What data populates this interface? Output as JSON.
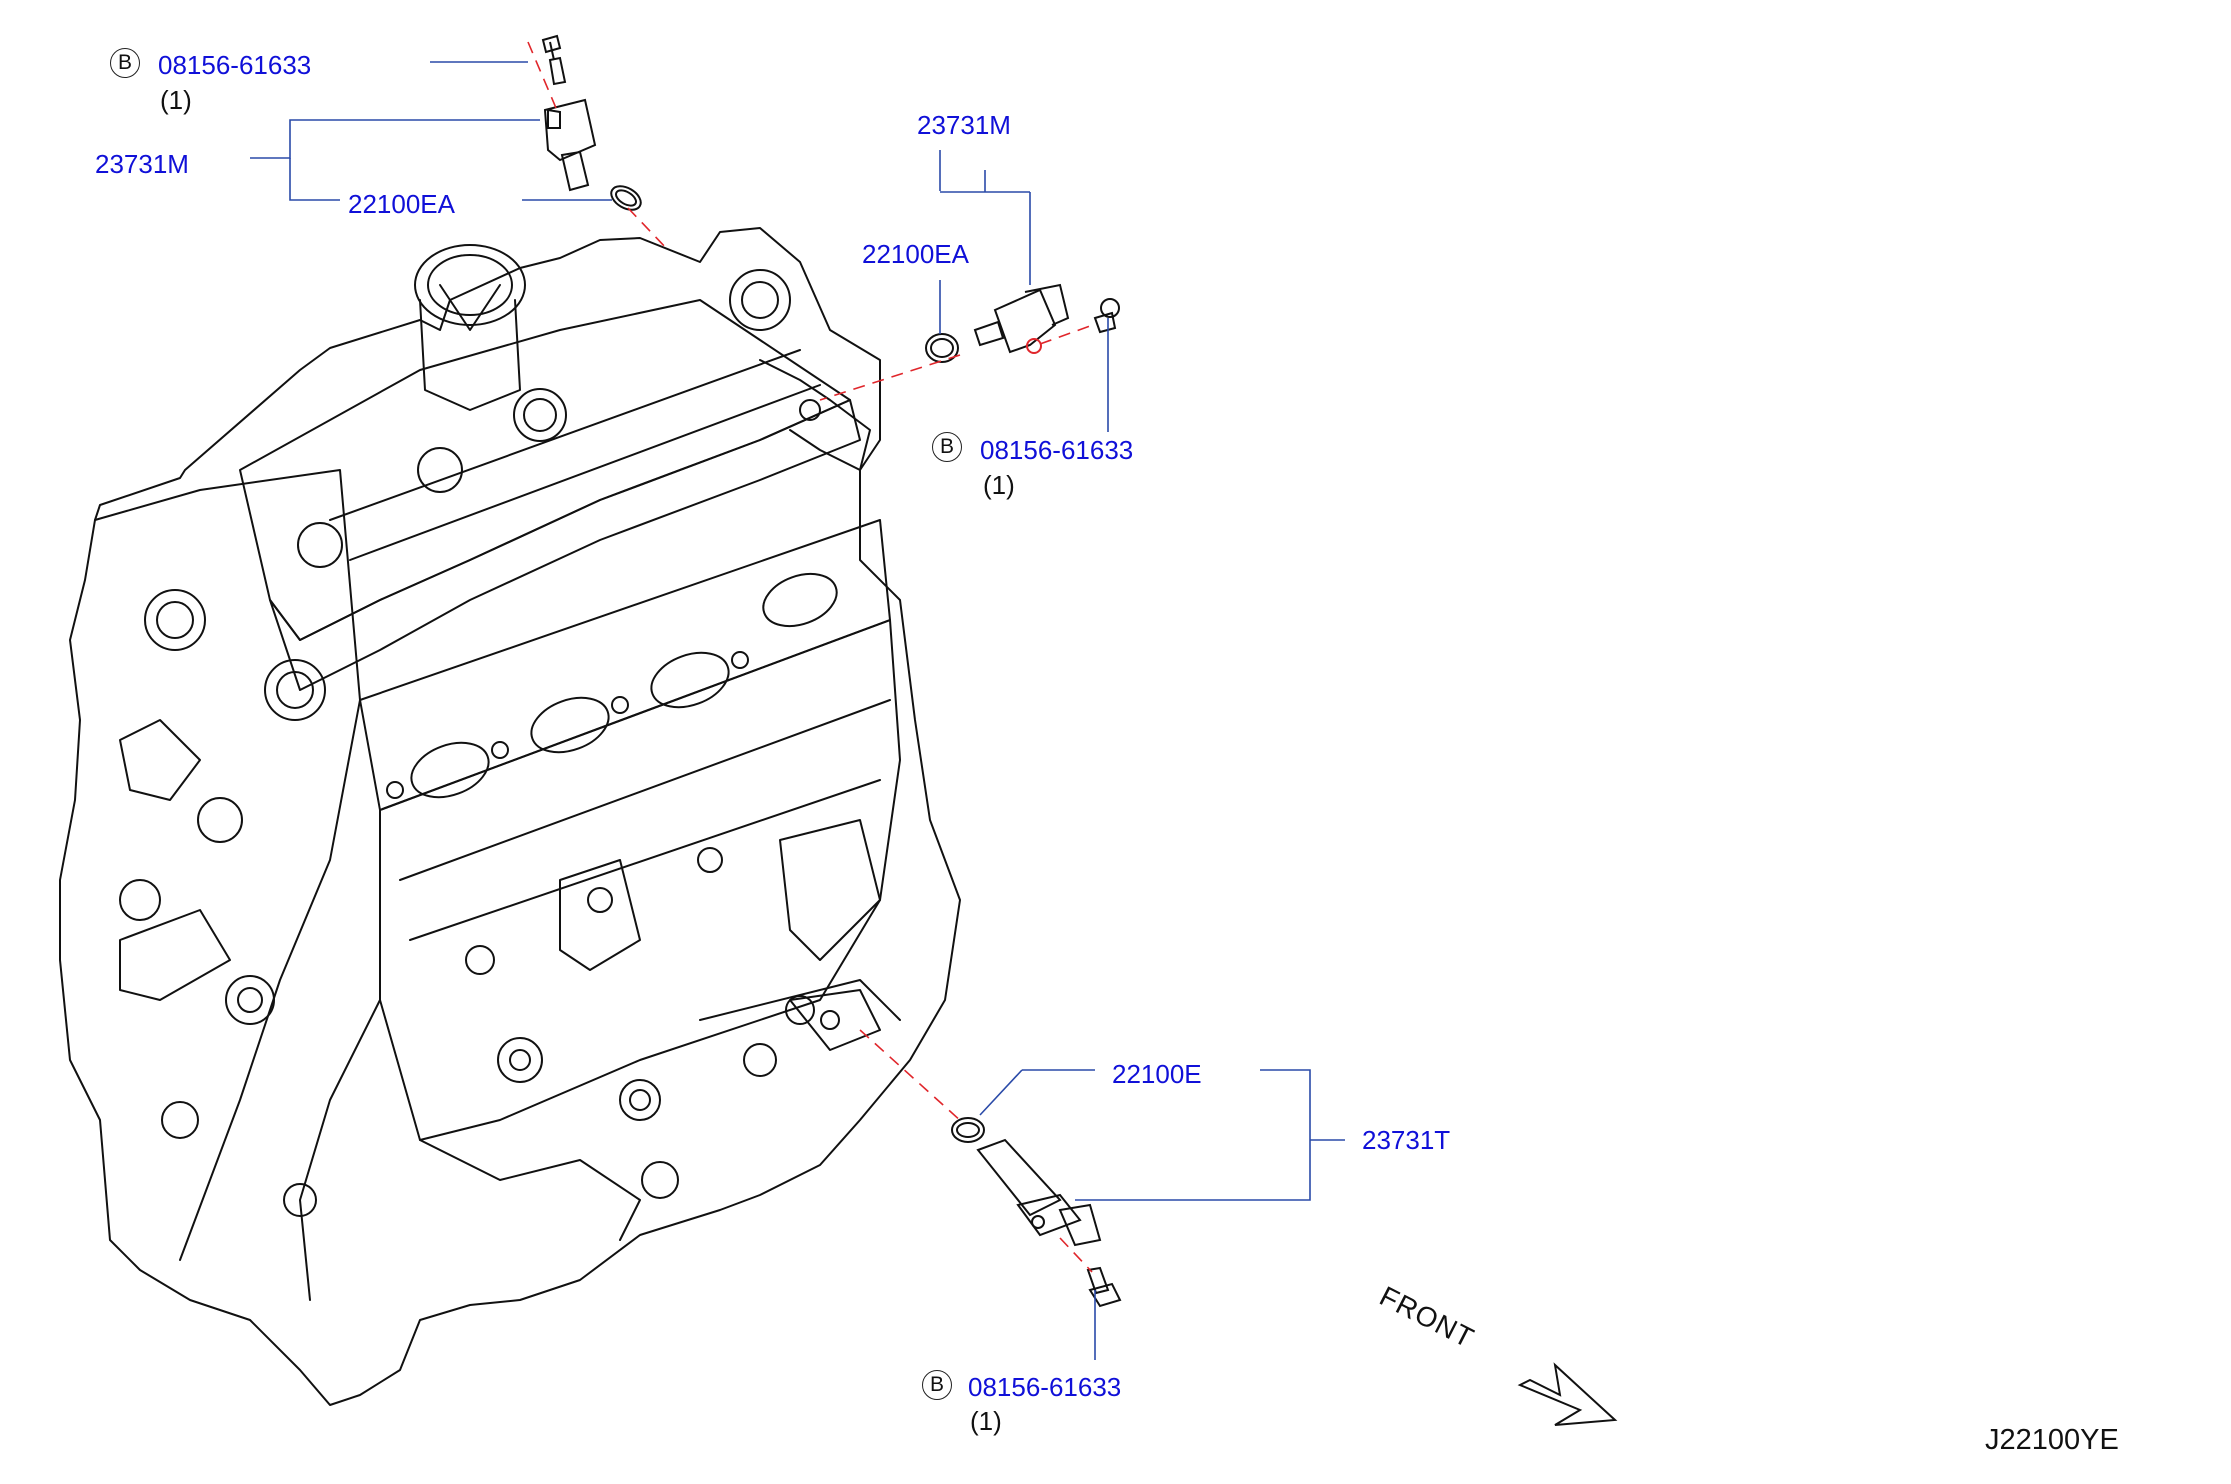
{
  "colors": {
    "part_number": "#1010d8",
    "line": "#111111",
    "leader": "#2a4aa8",
    "dash": "#e0262b"
  },
  "callouts": {
    "bolt_top": {
      "badge": "B",
      "part": "08156-61633",
      "qty": "(1)"
    },
    "cam_sensor_top": {
      "part": "23731M"
    },
    "oring_top": {
      "part": "22100EA"
    },
    "cam_sensor_right": {
      "part": "23731M"
    },
    "oring_right": {
      "part": "22100EA"
    },
    "bolt_right": {
      "badge": "B",
      "part": "08156-61633",
      "qty": "(1)"
    },
    "oring_crank": {
      "part": "22100E"
    },
    "crank_sensor": {
      "part": "23731T"
    },
    "bolt_bottom": {
      "badge": "B",
      "part": "08156-61633",
      "qty": "(1)"
    }
  },
  "front_label": "FRONT",
  "diagram_code": "J22100YE"
}
